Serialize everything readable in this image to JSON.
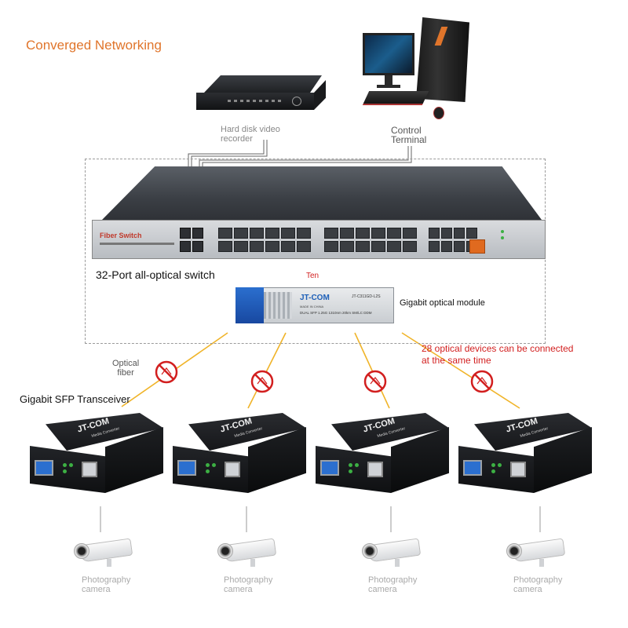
{
  "title": "Converged Networking",
  "devices": {
    "dvr_label": "Hard disk video\nrecorder",
    "terminal_label": "Control\nTerminal",
    "switch_label": "32-Port all-optical switch",
    "switch_brand": "Fiber Switch",
    "switch_red_note": "Ten",
    "module_label": "Gigabit optical module",
    "module_brand": "JT-COM",
    "module_model": "JT-C311GD-L2S",
    "module_madein": "MADE IN CHINA",
    "module_spec": "DUAL SFP 1.25G 1310nm 20km SM/LC DDM",
    "optical_fiber_label": "Optical\nfiber",
    "transceiver_label": "Gigabit SFP Transceiver",
    "capacity_note": "28 optical devices can be connected\nat the same time"
  },
  "converters": [
    {
      "brand": "JT-COM",
      "sub": "Media Converter"
    },
    {
      "brand": "JT-COM",
      "sub": "Media Converter"
    },
    {
      "brand": "JT-COM",
      "sub": "Media Converter"
    },
    {
      "brand": "JT-COM",
      "sub": "Media Converter"
    }
  ],
  "cameras": [
    {
      "label": "Photography\ncamera"
    },
    {
      "label": "Photography\ncamera"
    },
    {
      "label": "Photography\ncamera"
    },
    {
      "label": "Photography\ncamera"
    }
  ],
  "colors": {
    "title": "#e0752b",
    "fiber": "#f0b429",
    "no_sign": "#d21f1f",
    "sfp_clip": "#2b6fcf",
    "console_port": "#e06a1f"
  }
}
